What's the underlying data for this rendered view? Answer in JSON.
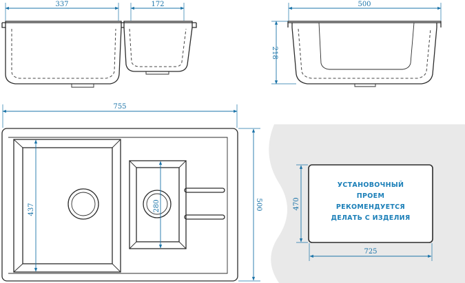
{
  "dimensions": {
    "left_bowl_width": "337",
    "right_bowl_width": "172",
    "depth_width": "500",
    "height": "218",
    "overall_length": "755",
    "left_bowl_length": "437",
    "right_bowl_length": "280",
    "overall_width": "500",
    "cutout_height": "470",
    "cutout_width": "725"
  },
  "cutout_note": {
    "line1": "УСТАНОВОЧНЫЙ",
    "line2": "ПРОЕМ",
    "line3": "РЕКОМЕНДУЕТСЯ",
    "line4": "ДЕЛАТЬ С ИЗДЕЛИЯ"
  },
  "colors": {
    "dimension": "#1a73a8",
    "outline": "#2b2b2b",
    "countertop": "#e9e9e9"
  }
}
